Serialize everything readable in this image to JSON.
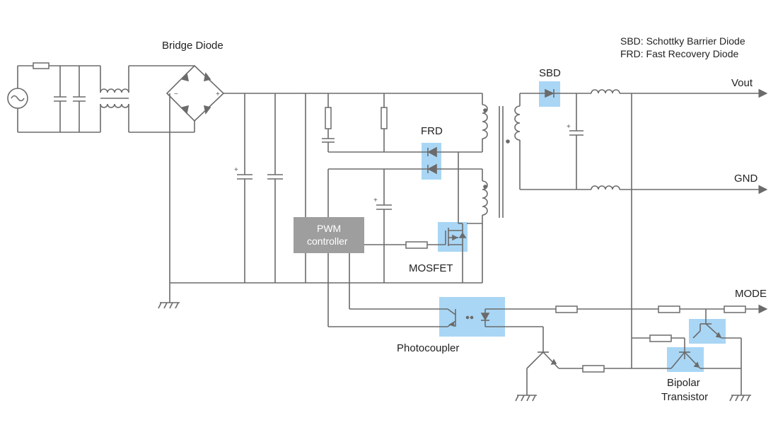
{
  "legend": {
    "line1": "SBD: Schottky Barrier Diode",
    "line2": "FRD: Fast Recovery Diode"
  },
  "labels": {
    "bridge_diode": "Bridge Diode",
    "sbd": "SBD",
    "frd": "FRD",
    "mosfet": "MOSFET",
    "photocoupler": "Photocoupler",
    "bipolar_line1": "Bipolar",
    "bipolar_line2": "Transistor"
  },
  "pwm": {
    "line1": "PWM",
    "line2": "controller"
  },
  "outputs": {
    "vout": "Vout",
    "gnd": "GND",
    "mode": "MODE"
  },
  "colors": {
    "highlight": "#a9d6f5",
    "wire": "#6b6b6b",
    "pwm_box": "#9e9e9e"
  }
}
